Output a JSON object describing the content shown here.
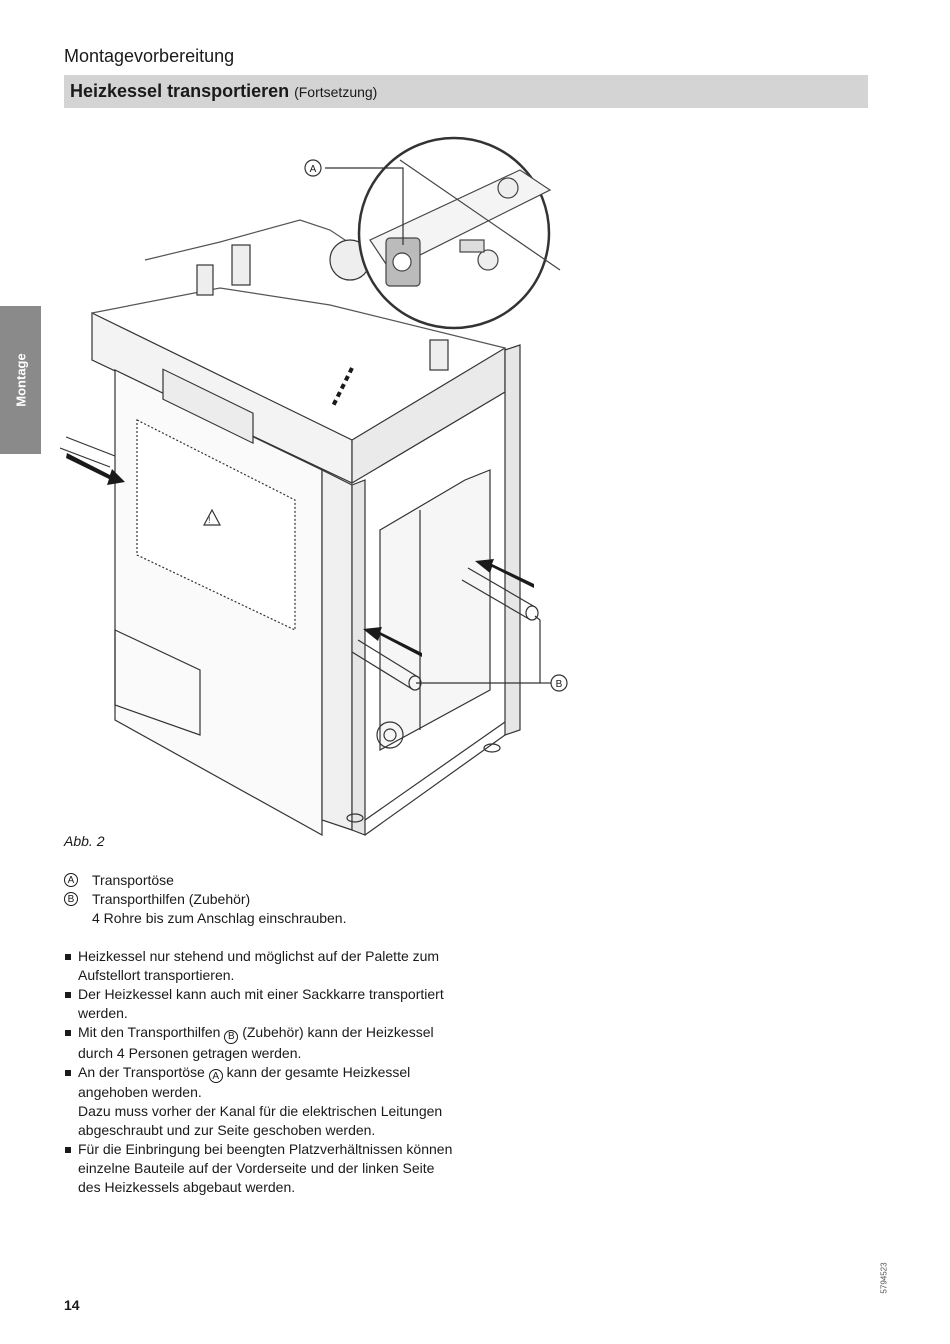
{
  "header": {
    "section_title": "Montagevorbereitung",
    "heading": "Heizkessel transportieren",
    "heading_sub": "(Fortsetzung)"
  },
  "side_tab": {
    "label": "Montage"
  },
  "figure": {
    "callout_a": "A",
    "callout_b": "B",
    "caption": "Abb. 2"
  },
  "legend": {
    "items": [
      {
        "marker": "A",
        "text": "Transportöse"
      },
      {
        "marker": "B",
        "text": "Transporthilfen (Zubehör)"
      }
    ],
    "note": "4 Rohre bis zum Anschlag einschrauben."
  },
  "bullets": {
    "b1": "Heizkessel nur stehend und möglichst auf der Palette zum Aufstellort transportieren.",
    "b2": "Der Heizkessel kann auch mit einer Sackkarre transportiert werden.",
    "b3_pre": "Mit den Transporthilfen",
    "b3_marker": "B",
    "b3_post": "(Zubehör) kann der Heizkessel durch 4 Personen getragen werden.",
    "b4_pre": "An der Transportöse",
    "b4_marker": "A",
    "b4_post": "kann der gesamte Heizkessel angehoben werden.",
    "b4_extra": "Dazu muss vorher der Kanal für die elektrischen Leitungen abgeschraubt und zur Seite geschoben werden.",
    "b5": "Für die Einbringung bei beengten Platzverhältnissen können einzelne Bauteile auf der Vorderseite und der linken Seite des Heizkessels abgebaut werden."
  },
  "footer": {
    "page_number": "14",
    "doc_code": "5794523"
  }
}
